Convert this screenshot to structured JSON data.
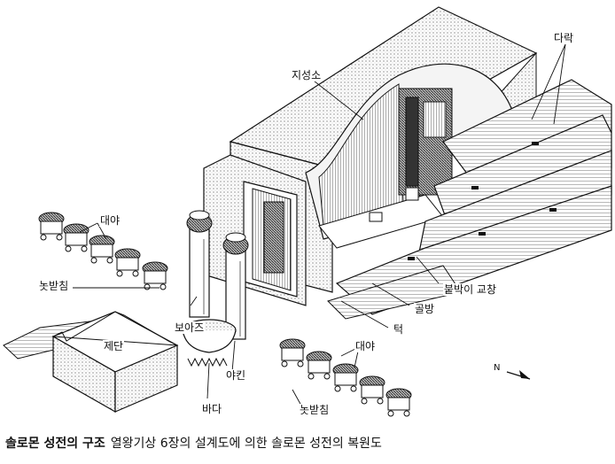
{
  "labels": {
    "darak": "다락",
    "jisungso": "지성소",
    "daeya_left": "대야",
    "daeya_right": "대야",
    "notbatchim_left": "놋받침",
    "notbatchim_right": "놋받침",
    "boaz": "보아즈",
    "jachin": "야킨",
    "jedan": "제단",
    "bada": "바다",
    "bulbaki_gyocham": "붙박이 교창",
    "golbang": "골방",
    "teok": "턱"
  },
  "compass": {
    "north": "N"
  },
  "caption": {
    "title": "솔로몬 성전의 구조",
    "subtitle": "열왕기상 6장의 설계도에 의한 솔로몬 성전의 복원도"
  }
}
